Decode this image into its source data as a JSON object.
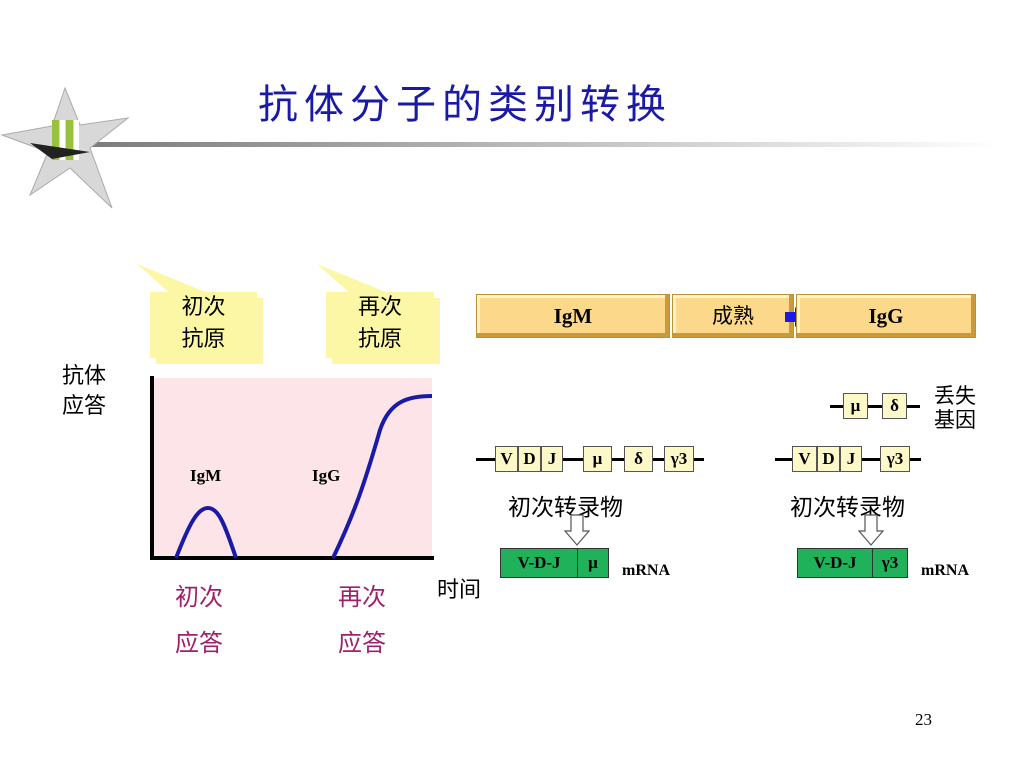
{
  "title": "抗体分子的类别转换",
  "page_number": "23",
  "graph": {
    "y_label_line1": "抗体",
    "y_label_line2": "应答",
    "x_label": "时间",
    "callout1_line1": "初次",
    "callout1_line2": "抗原",
    "callout2_line1": "再次",
    "callout2_line2": "抗原",
    "curve1_label": "IgM",
    "curve2_label": "IgG",
    "response1_line1": "初次",
    "response1_line2": "应答",
    "response2_line1": "再次",
    "response2_line2": "应答"
  },
  "banner": {
    "left": "IgM",
    "middle": "成熟",
    "right": "IgG"
  },
  "left_gene": {
    "v": "V",
    "d": "D",
    "j": "J",
    "mu": "μ",
    "delta": "δ",
    "gamma3": "γ3",
    "transcript_label": "初次转录物",
    "mrna_vdj": "V-D-J",
    "mrna_const": "μ",
    "mrna_label": "mRNA"
  },
  "right_gene": {
    "lost_mu": "μ",
    "lost_delta": "δ",
    "lost_label_line1": "丢失",
    "lost_label_line2": "基因",
    "v": "V",
    "d": "D",
    "j": "J",
    "gamma3": "γ3",
    "transcript_label": "初次转录物",
    "mrna_vdj": "V-D-J",
    "mrna_const": "γ3",
    "mrna_label": "mRNA"
  },
  "colors": {
    "title": "#1a1aa6",
    "curve": "#1a1aa6",
    "graph_bg": "#fce4e8",
    "callout": "#fcf7a4",
    "mrna": "#1fb25a",
    "response_label": "#a0206a"
  }
}
